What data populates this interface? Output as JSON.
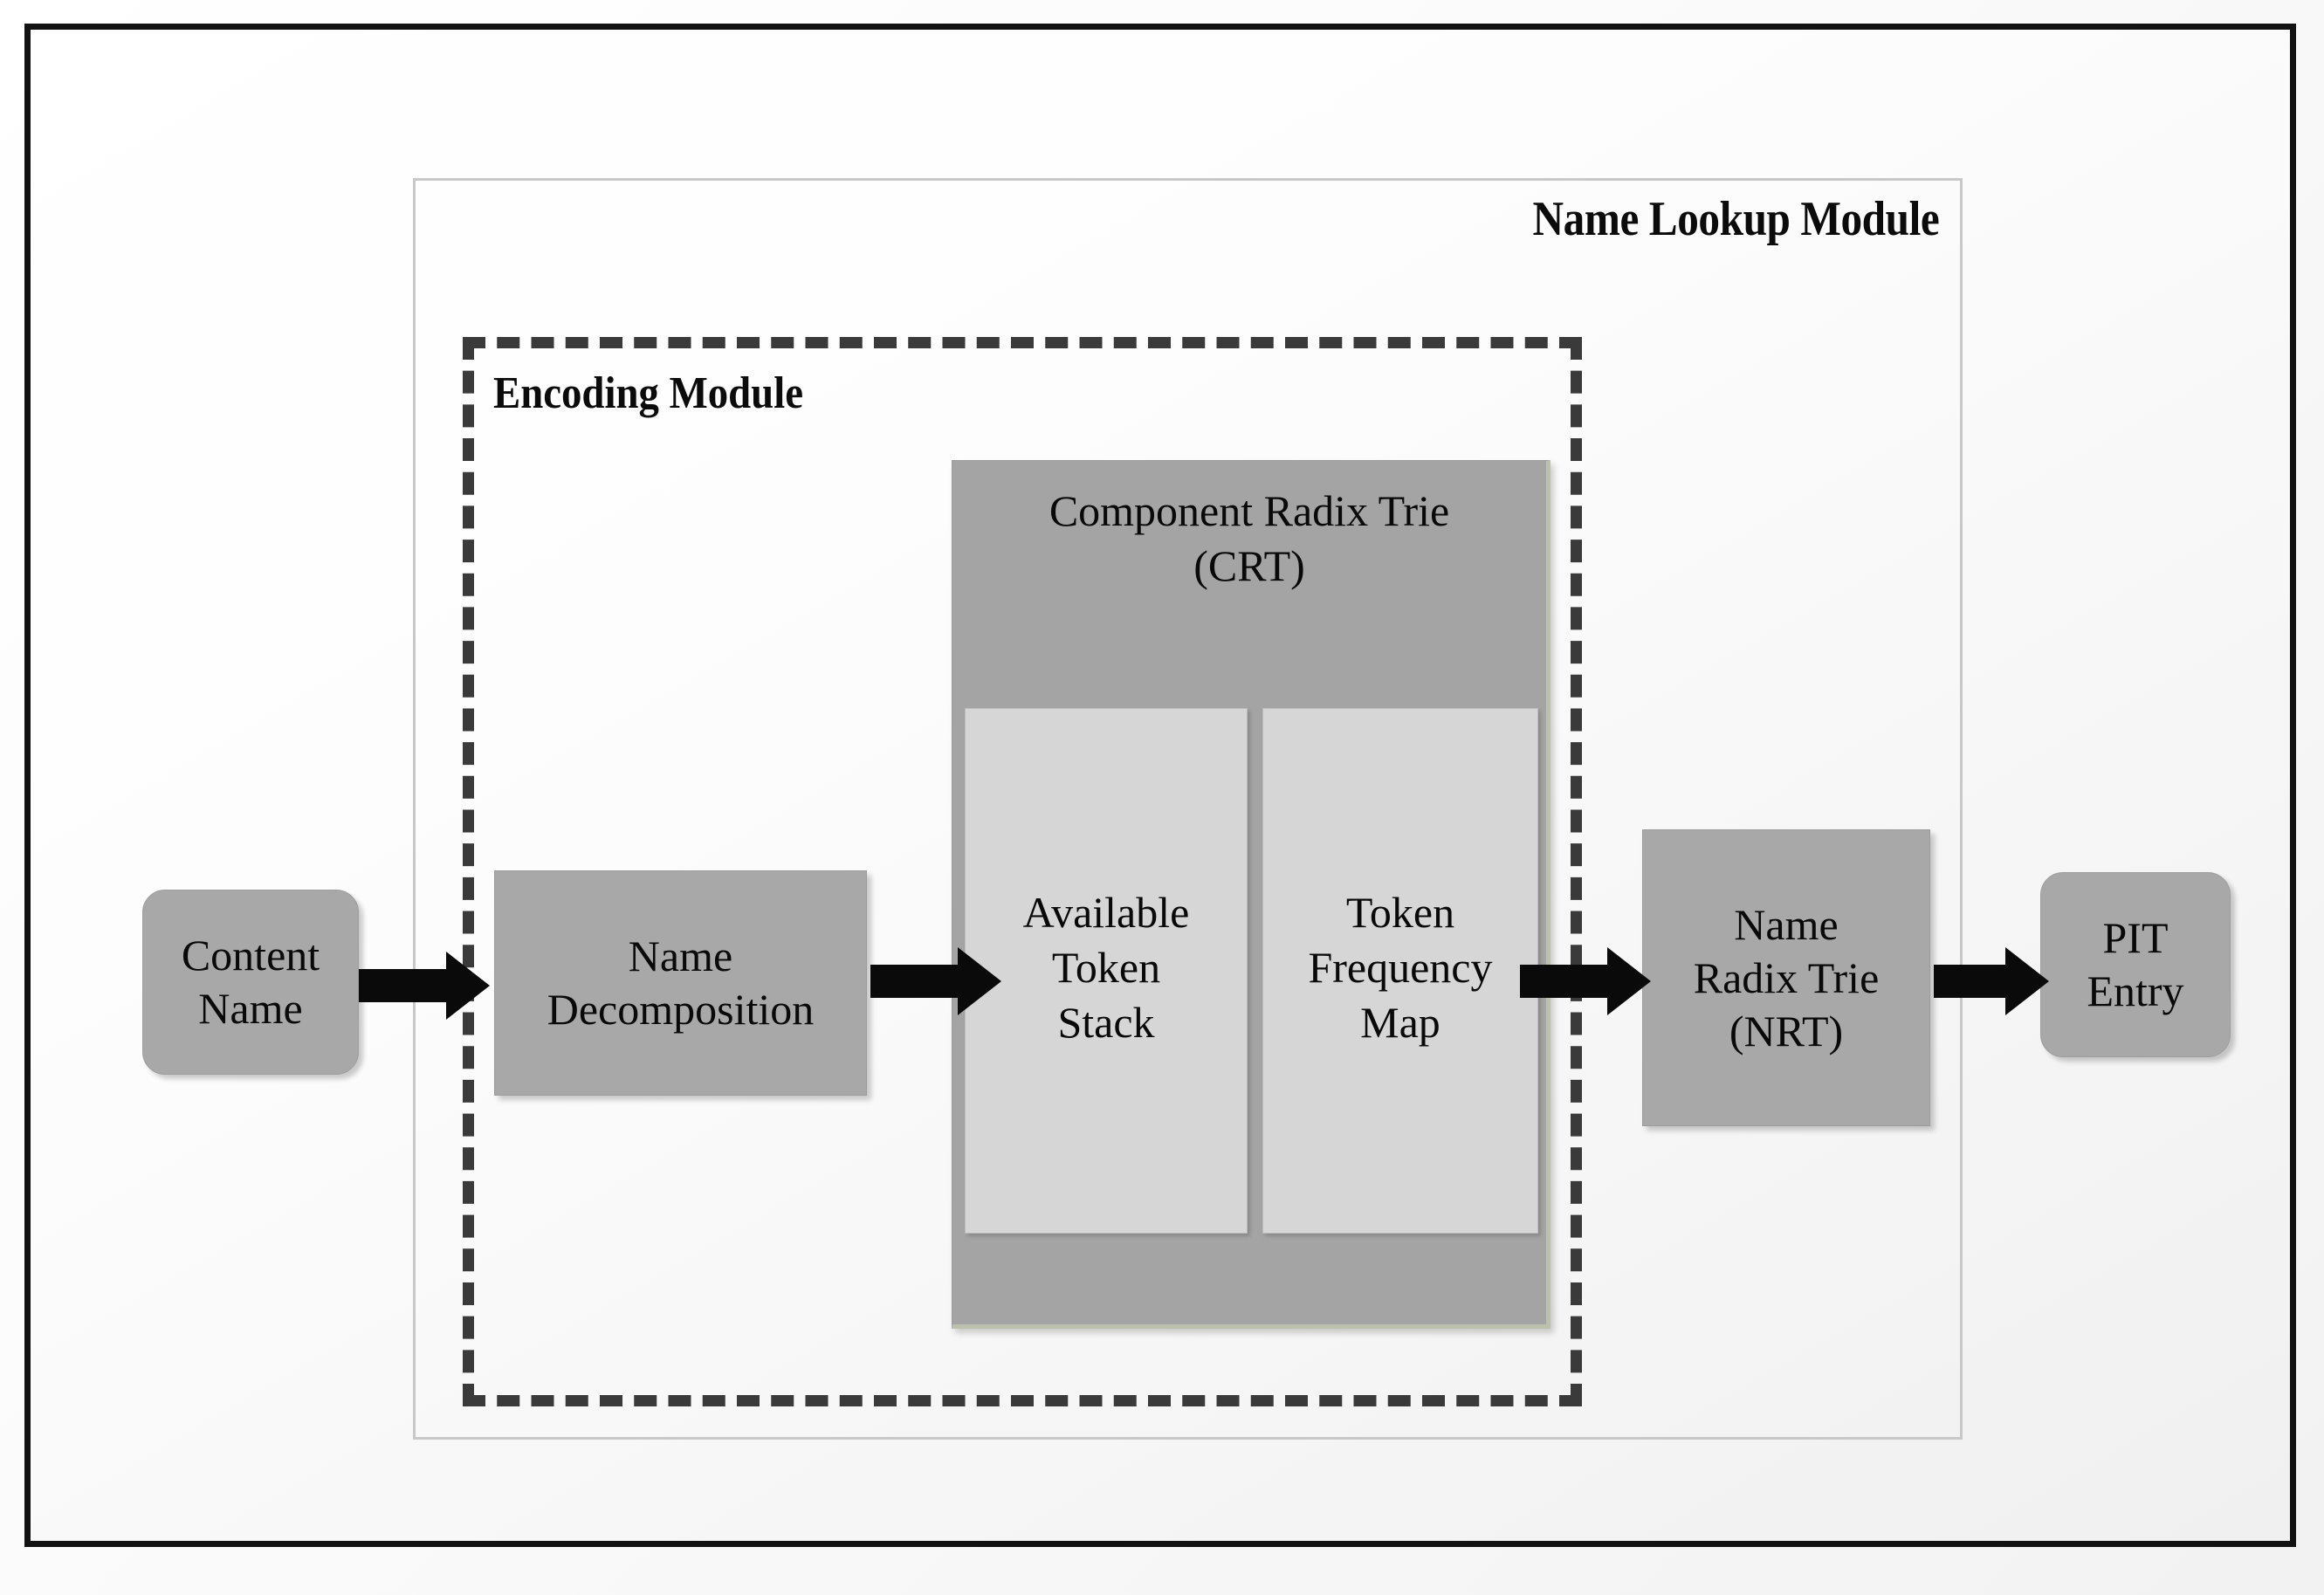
{
  "diagram": {
    "outer_frame": {
      "name": "figure-frame"
    },
    "name_lookup_module": {
      "title": "Name Lookup Module"
    },
    "encoding_module": {
      "title": "Encoding Module"
    },
    "nodes": {
      "content_name": "Content\nName",
      "content_name_line1": "Content",
      "content_name_line2": "Name",
      "name_decomposition_line1": "Name",
      "name_decomposition_line2": "Decomposition",
      "nrt_line1": "Name",
      "nrt_line2": "Radix Trie",
      "nrt_line3": "(NRT)",
      "pit_entry_line1": "PIT",
      "pit_entry_line2": "Entry"
    },
    "crt": {
      "title_line1": "Component Radix Trie",
      "title_line2": "(CRT)",
      "panels": [
        {
          "id": "available-token-stack",
          "line1": "Available",
          "line2": "Token",
          "line3": "Stack"
        },
        {
          "id": "token-frequency-map",
          "line1": "Token",
          "line2": "Frequency",
          "line3": "Map"
        }
      ]
    },
    "flow_arrows": [
      {
        "id": "arrow-content-name-to-name-decomposition",
        "from": "Content Name",
        "to": "Name Decomposition"
      },
      {
        "id": "arrow-name-decomposition-to-crt",
        "from": "Name Decomposition",
        "to": "Component Radix Trie (CRT)"
      },
      {
        "id": "arrow-crt-to-nrt",
        "from": "Component Radix Trie (CRT)",
        "to": "Name Radix Trie (NRT)"
      },
      {
        "id": "arrow-nrt-to-pit-entry",
        "from": "Name Radix Trie (NRT)",
        "to": "PIT Entry"
      }
    ],
    "colors": {
      "node_fill": "#a8a8a8",
      "crt_fill": "#a4a4a4",
      "crt_panel_fill": "#d6d6d6",
      "arrow": "#0a0a0a",
      "frame_border": "#121212",
      "module_border": "#c8c8c8",
      "dashed_border": "#3a3a3a",
      "text": "#090909"
    }
  }
}
